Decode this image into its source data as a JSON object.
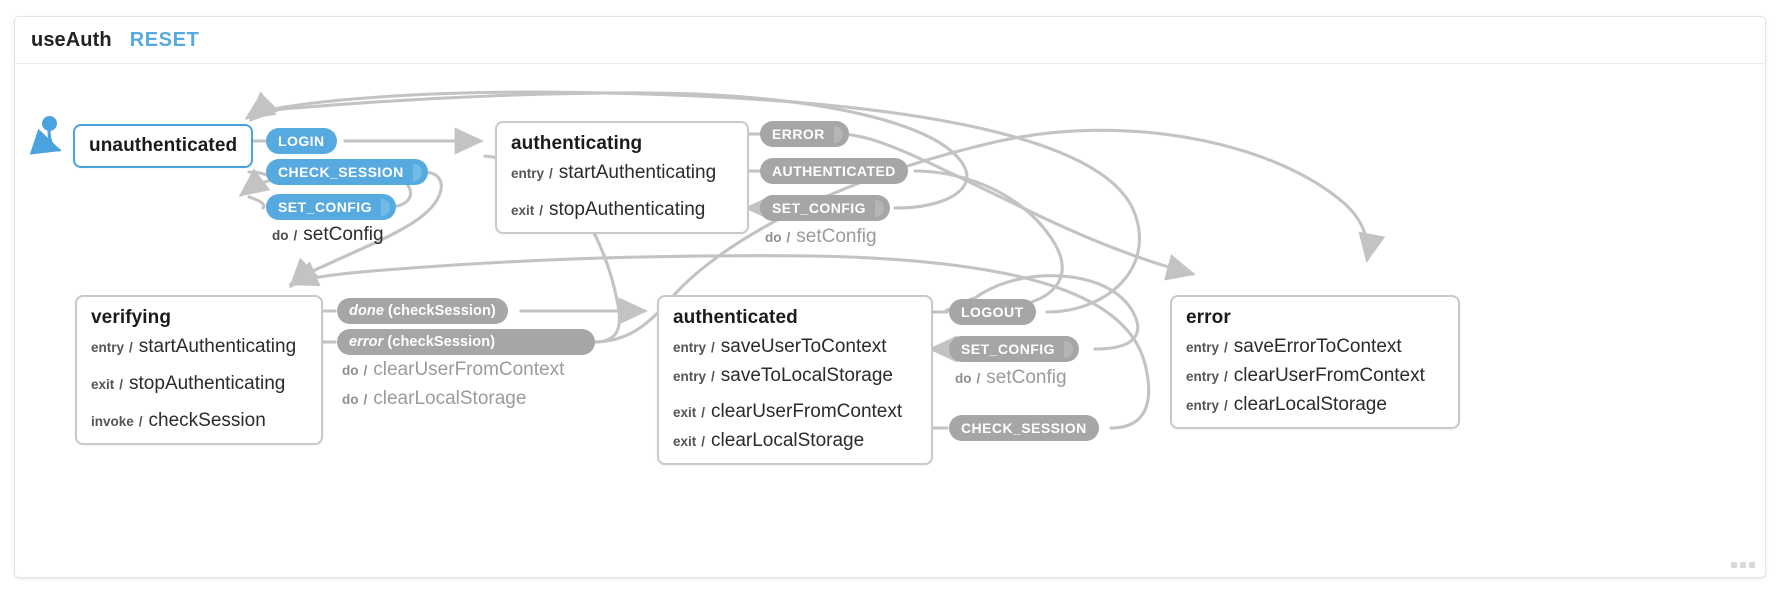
{
  "header": {
    "machine_title": "useAuth",
    "reset_label": "RESET"
  },
  "colors": {
    "accent": "#57aae0",
    "initial_border": "#4aa3df",
    "node_border": "#c9c9c9",
    "badge_gray": "#a6a6a6",
    "muted_text": "#9b9b9b"
  },
  "states": {
    "unauthenticated": {
      "name": "unauthenticated",
      "actions": []
    },
    "authenticating": {
      "name": "authenticating",
      "actions": [
        {
          "kind": "entry",
          "slash": "/",
          "action": "startAuthenticating"
        },
        {
          "kind": "exit",
          "slash": "/",
          "action": "stopAuthenticating"
        }
      ]
    },
    "verifying": {
      "name": "verifying",
      "actions": [
        {
          "kind": "entry",
          "slash": "/",
          "action": "startAuthenticating"
        },
        {
          "kind": "exit",
          "slash": "/",
          "action": "stopAuthenticating"
        },
        {
          "kind": "invoke",
          "slash": "/",
          "action": "checkSession"
        }
      ]
    },
    "authenticated": {
      "name": "authenticated",
      "actions": [
        {
          "kind": "entry",
          "slash": "/",
          "action": "saveUserToContext"
        },
        {
          "kind": "entry",
          "slash": "/",
          "action": "saveToLocalStorage"
        },
        {
          "kind": "exit",
          "slash": "/",
          "action": "clearUserFromContext"
        },
        {
          "kind": "exit",
          "slash": "/",
          "action": "clearLocalStorage"
        }
      ]
    },
    "error": {
      "name": "error",
      "actions": [
        {
          "kind": "entry",
          "slash": "/",
          "action": "saveErrorToContext"
        },
        {
          "kind": "entry",
          "slash": "/",
          "action": "clearUserFromContext"
        },
        {
          "kind": "entry",
          "slash": "/",
          "action": "clearLocalStorage"
        }
      ]
    }
  },
  "events": {
    "login": "LOGIN",
    "check_session_unauth": "CHECK_SESSION",
    "set_config_unauth": "SET_CONFIG",
    "error": "ERROR",
    "authenticated": "AUTHENTICATED",
    "set_config_authing": "SET_CONFIG",
    "done_checksession_italic": "done",
    "done_checksession_rest": "(checkSession)",
    "error_checksession_italic": "error",
    "error_checksession_rest": "(checkSession)",
    "logout": "LOGOUT",
    "set_config_authed": "SET_CONFIG",
    "check_session_authed": "CHECK_SESSION"
  },
  "transition_actions": {
    "unauth_set_config": {
      "kind": "do",
      "slash": "/",
      "action": "setConfig"
    },
    "authing_set_config": {
      "kind": "do",
      "slash": "/",
      "action": "setConfig"
    },
    "verifying_error_1": {
      "kind": "do",
      "slash": "/",
      "action": "clearUserFromContext"
    },
    "verifying_error_2": {
      "kind": "do",
      "slash": "/",
      "action": "clearLocalStorage"
    },
    "authed_set_config": {
      "kind": "do",
      "slash": "/",
      "action": "setConfig"
    }
  }
}
